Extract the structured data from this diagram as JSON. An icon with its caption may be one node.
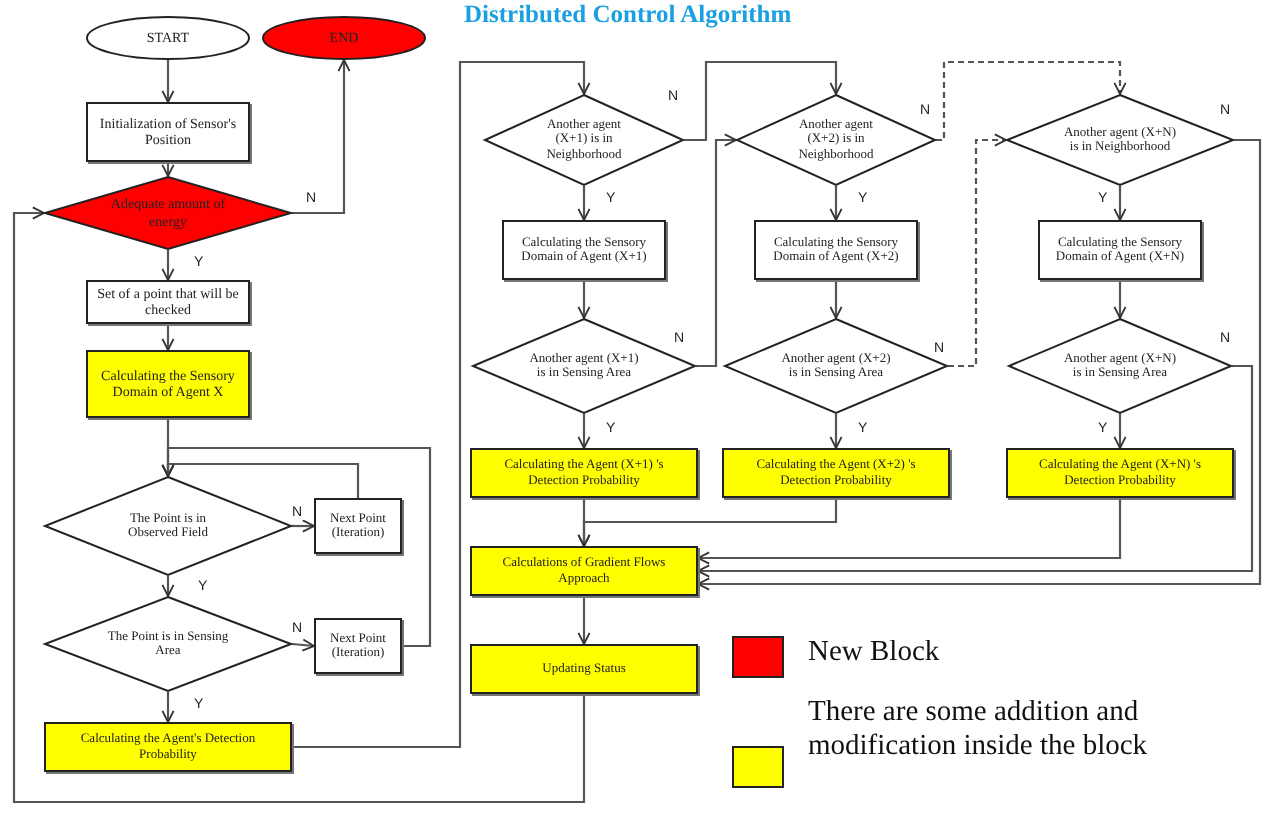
{
  "diagram": {
    "title": "Distributed Control Algorithm",
    "nodes": [
      {
        "text": [
          "START"
        ]
      },
      {
        "text": [
          "END"
        ]
      },
      {
        "text": [
          "Initialization of Sensor's Position"
        ]
      },
      {
        "text": [
          "Adequate amount of energy"
        ]
      },
      {
        "text": [
          "Set of a point that will be checked"
        ]
      },
      {
        "text": [
          "Calculating the Sensory Domain of Agent X"
        ]
      },
      {
        "text": [
          "The Point is in Observed Field"
        ]
      },
      {
        "text": [
          "Next Point (Iteration)"
        ]
      },
      {
        "text": [
          "The Point is in Sensing Area"
        ]
      },
      {
        "text": [
          "Next Point (Iteration)"
        ]
      },
      {
        "text": [
          "Calculating the Agent's Detection Probability"
        ]
      },
      {
        "text": [
          "Another agent (X+1) is in Neighborhood"
        ]
      },
      {
        "text": [
          "Calculating the Sensory Domain of Agent (X+1)"
        ]
      },
      {
        "text": [
          "Another agent (X+1) is in Sensing Area"
        ]
      },
      {
        "text": [
          "Calculating the Agent (X+1) 's Detection Probability"
        ]
      },
      {
        "text": [
          "Another agent (X+2) is in Neighborhood"
        ]
      },
      {
        "text": [
          "Calculating the Sensory Domain of Agent (X+2)"
        ]
      },
      {
        "text": [
          "Another agent (X+2) is in Sensing Area"
        ]
      },
      {
        "text": [
          "Calculating the Agent (X+2) 's Detection Probability"
        ]
      },
      {
        "text": [
          "Another agent (X+N) is in Neighborhood"
        ]
      },
      {
        "text": [
          "Calculating the Sensory Domain of Agent (X+N)"
        ]
      },
      {
        "text": [
          "Another agent (X+N) is in Sensing Area"
        ]
      },
      {
        "text": [
          "Calculating the Agent (X+N) 's Detection Probability"
        ]
      },
      {
        "text": [
          "Calculations of Gradient Flows Approach"
        ]
      },
      {
        "text": [
          "Updating Status"
        ]
      }
    ],
    "edges": [
      {
        "from": 0,
        "to": 2,
        "arrow": "to"
      },
      {
        "from": 2,
        "to": 3,
        "arrow": "to"
      },
      {
        "from": 3,
        "to": 1,
        "arrow": "to",
        "label": "N"
      },
      {
        "from": 3,
        "to": 4,
        "arrow": "to",
        "label": "Y"
      },
      {
        "from": 4,
        "to": 5,
        "arrow": "to"
      },
      {
        "from": 5,
        "to": 6,
        "arrow": "to"
      },
      {
        "from": 6,
        "to": 7,
        "arrow": "to",
        "label": "N"
      },
      {
        "from": 7,
        "to": 6,
        "arrow": "to"
      },
      {
        "from": 6,
        "to": 8,
        "arrow": "to",
        "label": "Y"
      },
      {
        "from": 8,
        "to": 9,
        "arrow": "to",
        "label": "N"
      },
      {
        "from": 9,
        "to": 6,
        "arrow": "to"
      },
      {
        "from": 8,
        "to": 10,
        "arrow": "to",
        "label": "Y"
      },
      {
        "from": 10,
        "to": 11,
        "arrow": "to"
      },
      {
        "from": 11,
        "to": 12,
        "arrow": "to",
        "label": "Y"
      },
      {
        "from": 12,
        "to": 13,
        "arrow": "to"
      },
      {
        "from": 13,
        "to": 14,
        "arrow": "to",
        "label": "Y"
      },
      {
        "from": 14,
        "to": 23,
        "arrow": "to"
      },
      {
        "from": 11,
        "to": 15,
        "arrow": "to",
        "label": "N"
      },
      {
        "from": 13,
        "to": 15,
        "arrow": "to",
        "label": "N"
      },
      {
        "from": 15,
        "to": 16,
        "arrow": "to",
        "label": "Y"
      },
      {
        "from": 16,
        "to": 17,
        "arrow": "to"
      },
      {
        "from": 17,
        "to": 18,
        "arrow": "to",
        "label": "Y"
      },
      {
        "from": 18,
        "to": 23,
        "arrow": "to"
      },
      {
        "from": 15,
        "to": 19,
        "arrow": "to",
        "label": "N",
        "style": "dashed"
      },
      {
        "from": 17,
        "to": 19,
        "arrow": "to",
        "label": "N",
        "style": "dashed"
      },
      {
        "from": 19,
        "to": 20,
        "arrow": "to",
        "label": "Y"
      },
      {
        "from": 20,
        "to": 21,
        "arrow": "to"
      },
      {
        "from": 21,
        "to": 22,
        "arrow": "to",
        "label": "Y"
      },
      {
        "from": 22,
        "to": 23,
        "arrow": "to"
      },
      {
        "from": 21,
        "to": 23,
        "arrow": "to",
        "label": "N"
      },
      {
        "from": 19,
        "to": 23,
        "arrow": "to",
        "label": "N"
      },
      {
        "from": 23,
        "to": 24,
        "arrow": "to"
      },
      {
        "from": 24,
        "to": 3,
        "arrow": "to"
      }
    ],
    "legend": [
      {
        "text": "New Block",
        "color": "#ff0000"
      },
      {
        "text": "There are some addition and modification inside the block",
        "color": "#ffff00"
      }
    ]
  }
}
